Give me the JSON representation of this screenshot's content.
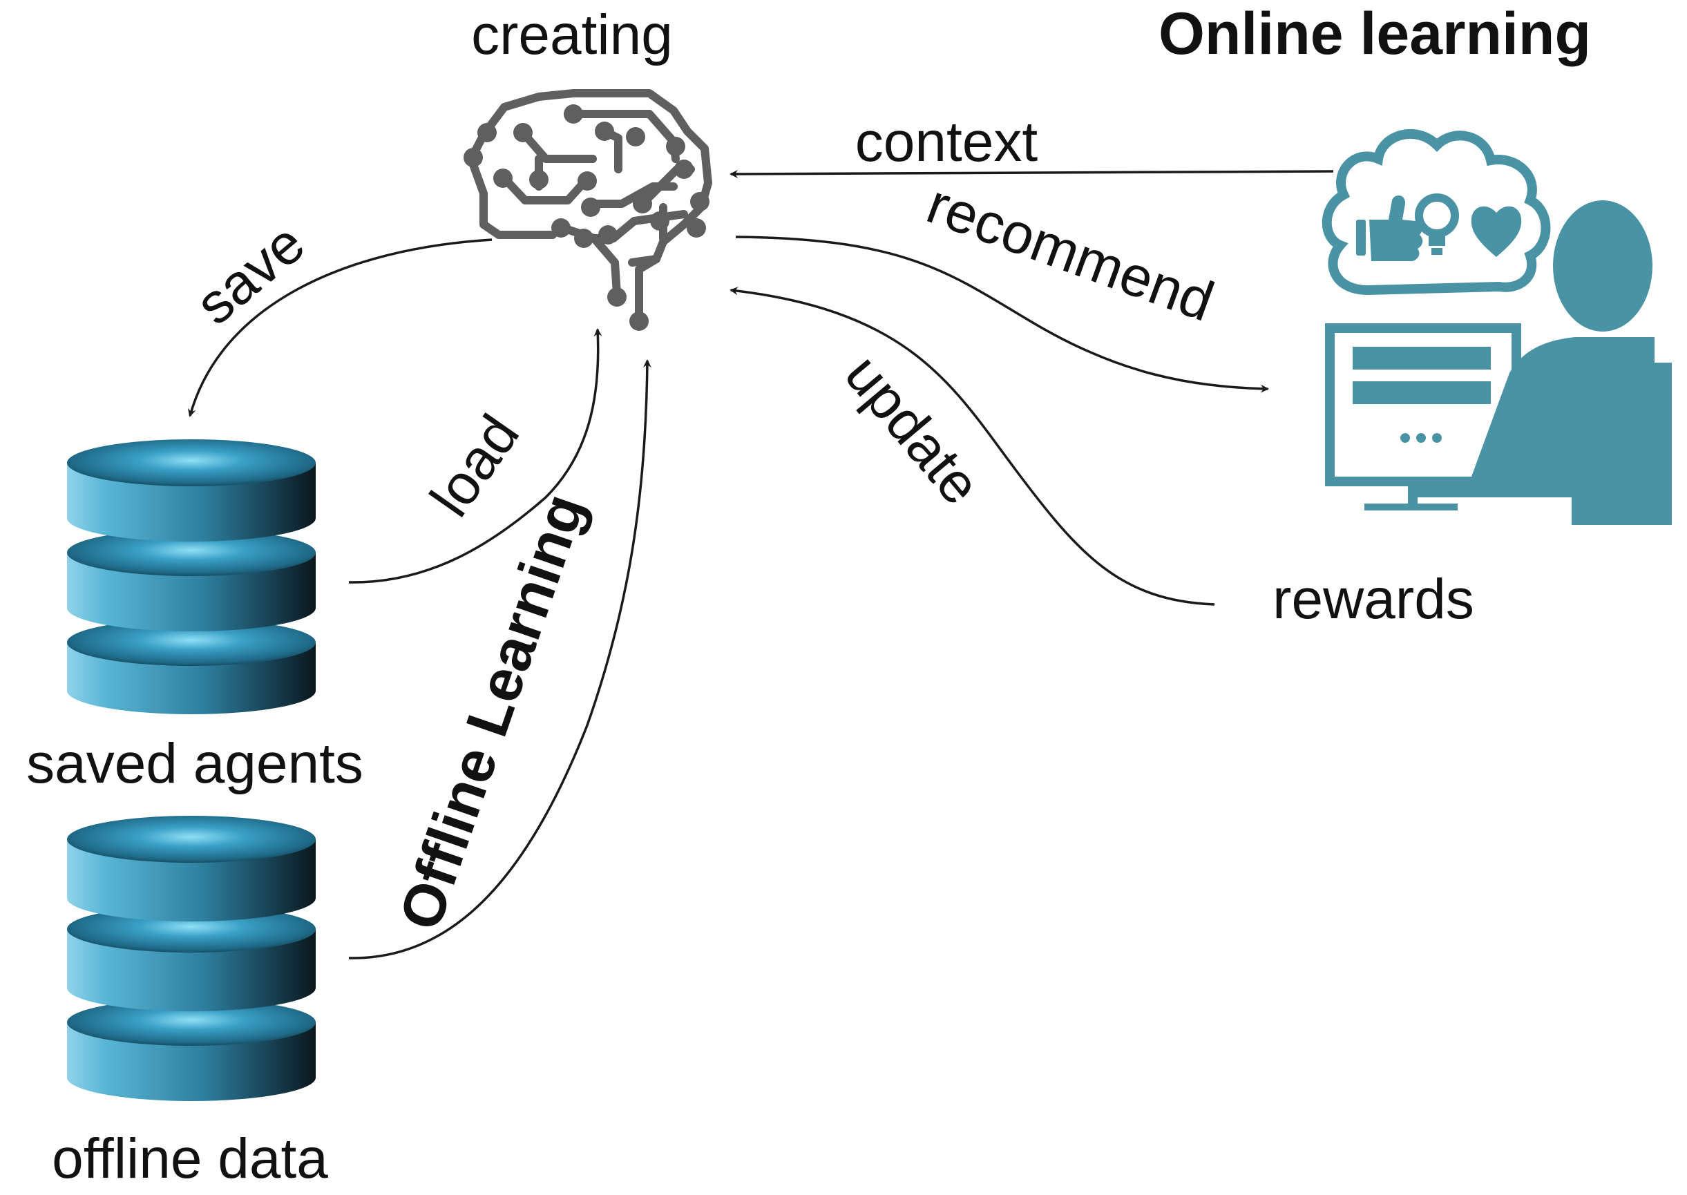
{
  "labels": {
    "creating": "creating",
    "online_learning": "Online learning",
    "context": "context",
    "recommend": "recommend",
    "update": "update",
    "rewards": "rewards",
    "save": "save",
    "load": "load",
    "offline_learning": "Offline Learning",
    "saved_agents": "saved agents",
    "offline_data": "offline data"
  },
  "icons": {
    "agent": "brain-circuit-icon",
    "user": "user-at-computer-icon",
    "thought_bubble": "thought-bubble-icon",
    "thumbs_up": "thumbs-up-icon",
    "lightbulb": "lightbulb-icon",
    "heart": "heart-icon",
    "saved_agents_db": "database-icon",
    "offline_data_db": "database-icon"
  },
  "colors": {
    "user_icon": "#4a93a4",
    "brain_icon": "#5f5f5f",
    "db_light": "#7cc9e3",
    "db_mid": "#3d8fad",
    "db_dark": "#0e1d25",
    "arrow": "#1a1a1a",
    "text": "#111111"
  }
}
